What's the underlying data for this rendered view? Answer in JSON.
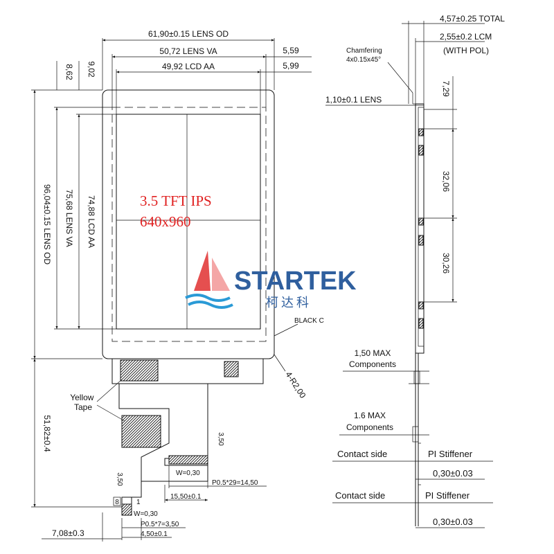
{
  "front": {
    "lens_od_w": "61,90±0.15 LENS OD",
    "lens_va_w": "50,72 LENS VA",
    "lcd_aa_w": "49,92 LCD AA",
    "off_r1": "5,59",
    "off_r2": "5,99",
    "off_t1": "8,62",
    "off_t2": "9,02",
    "lens_od_h": "96,04±0.15 LENS OD",
    "lens_va_h": "75,68 LENS VA",
    "lcd_aa_h": "74,88 LCD AA",
    "panel_l1": "3.5 TFT IPS",
    "panel_l2": "640x960",
    "logo_text": "STARTEK",
    "logo_cn": "柯达科",
    "black_c": "BLACK C",
    "corner": "4-R2,00",
    "yellow_tape": "Yellow\nTape",
    "fpc_h": "51,82±0.4",
    "d350a": "3,50",
    "w030a": "W=0,30",
    "pitch29": "P0.5*29=14,50",
    "w1550": "15,50±0.1",
    "d350b": "3,50",
    "pin8": "8",
    "pin1": "1",
    "w030b": "W=0,30",
    "pitch7": "P0.5*7=3,50",
    "w450": "4,50±0.1",
    "w708": "7,08±0.3"
  },
  "side": {
    "total": "4,57±0.25 TOTAL",
    "lcm_l1": "2,55±0.2 LCM",
    "lcm_l2": "(WITH POL)",
    "chamfer_l1": "Chamfering",
    "chamfer_l2": "4x0.15x45°",
    "lens": "1,10±0.1 LENS",
    "d729": "7,29",
    "d3206": "32,06",
    "d3026": "30,26",
    "comp1_l1": "1,50 MAX",
    "comp1_l2": "Components",
    "comp2_l1": "1.6 MAX",
    "comp2_l2": "Components",
    "contact_a": "Contact side",
    "stiff_a": "PI Stiffener",
    "thick_a": "0,30±0.03",
    "contact_b": "Contact side",
    "stiff_b": "PI Stiffener",
    "thick_b": "0,30±0.03"
  },
  "colors": {
    "panel_text": "#e02020",
    "logo_blue": "#2f5f9e",
    "logo_red": "#e03030",
    "wave_blue": "#2a9ad6"
  }
}
